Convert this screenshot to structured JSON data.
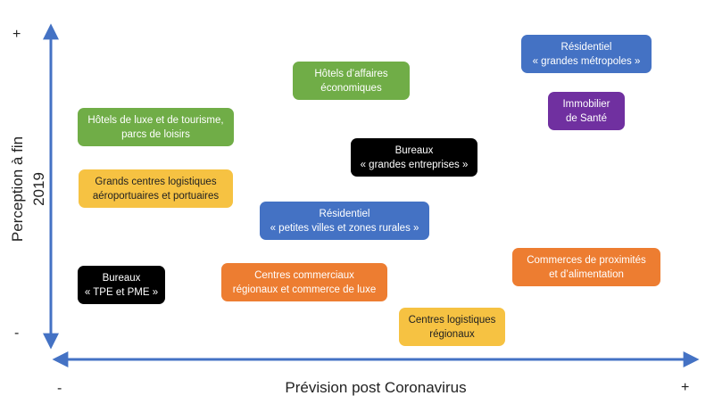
{
  "axes": {
    "y_label": "Perception à fin 2019",
    "x_label": "Prévision post Coronavirus",
    "y_plus": "+",
    "y_minus": "-",
    "x_minus": "-",
    "x_plus": "+",
    "color": "#4472c4"
  },
  "boxes": {
    "hotels_affaires": {
      "line1": "Hôtels d’affaires",
      "line2": "économiques",
      "color": "#70ad47"
    },
    "residentiel_metropoles": {
      "line1": "Résidentiel",
      "line2": "« grandes métropoles »",
      "color": "#4472c4"
    },
    "immobilier_sante": {
      "line1": "Immobilier",
      "line2": "de Santé",
      "color": "#7030a0"
    },
    "hotels_luxe": {
      "line1": "Hôtels de luxe et de tourisme,",
      "line2": "parcs de loisirs",
      "color": "#70ad47"
    },
    "bureaux_grandes": {
      "line1": "Bureaux",
      "line2": "« grandes entreprises »",
      "color": "#000000"
    },
    "logistique_aeroport": {
      "line1": "Grands centres logistiques",
      "line2": "aéroportuaires et portuaires",
      "color": "#f6c242"
    },
    "residentiel_rural": {
      "line1": "Résidentiel",
      "line2": "« petites villes et zones rurales »",
      "color": "#4472c4"
    },
    "bureaux_tpe": {
      "line1": "Bureaux",
      "line2": "« TPE et PME »",
      "color": "#000000"
    },
    "centres_commerciaux": {
      "line1": "Centres commerciaux",
      "line2": "régionaux et commerce de luxe",
      "color": "#ed7d31"
    },
    "commerces_proximite": {
      "line1": "Commerces de proximités",
      "line2": "et d’alimentation",
      "color": "#ed7d31"
    },
    "logistique_regionale": {
      "line1": "Centres logistiques",
      "line2": "régionaux",
      "color": "#f6c242"
    }
  }
}
